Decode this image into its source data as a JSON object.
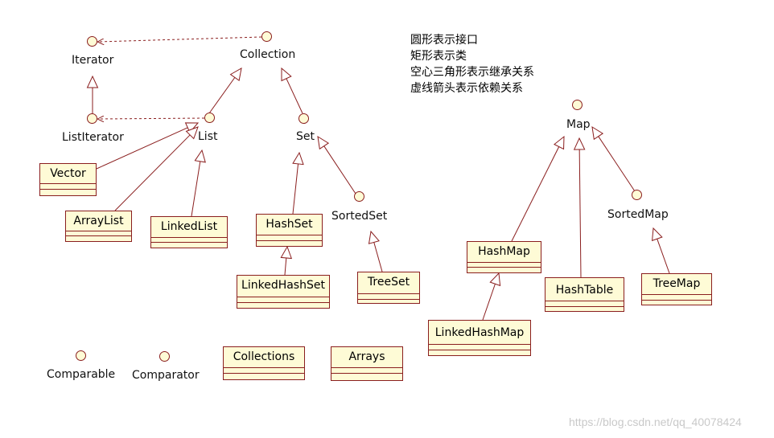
{
  "legend": {
    "line1": "圆形表示接口",
    "line2": "矩形表示类",
    "line3": "空心三角形表示继承关系",
    "line4": "虚线箭头表示依赖关系"
  },
  "interfaces": {
    "iterator": "Iterator",
    "collection": "Collection",
    "list_iterator": "ListIterator",
    "list": "List",
    "set": "Set",
    "sorted_set": "SortedSet",
    "map": "Map",
    "sorted_map": "SortedMap",
    "comparable": "Comparable",
    "comparator": "Comparator"
  },
  "classes": {
    "vector": "Vector",
    "array_list": "ArrayList",
    "linked_list": "LinkedList",
    "hash_set": "HashSet",
    "linked_hash_set": "LinkedHashSet",
    "tree_set": "TreeSet",
    "hash_map": "HashMap",
    "linked_hash_map": "LinkedHashMap",
    "hash_table": "HashTable",
    "tree_map": "TreeMap",
    "collections": "Collections",
    "arrays": "Arrays"
  },
  "colors": {
    "class_fill": "#fefbd6",
    "border": "#8a1e1e",
    "edge": "#8a1e1e"
  },
  "watermark": "https://blog.csdn.net/qq_40078424"
}
